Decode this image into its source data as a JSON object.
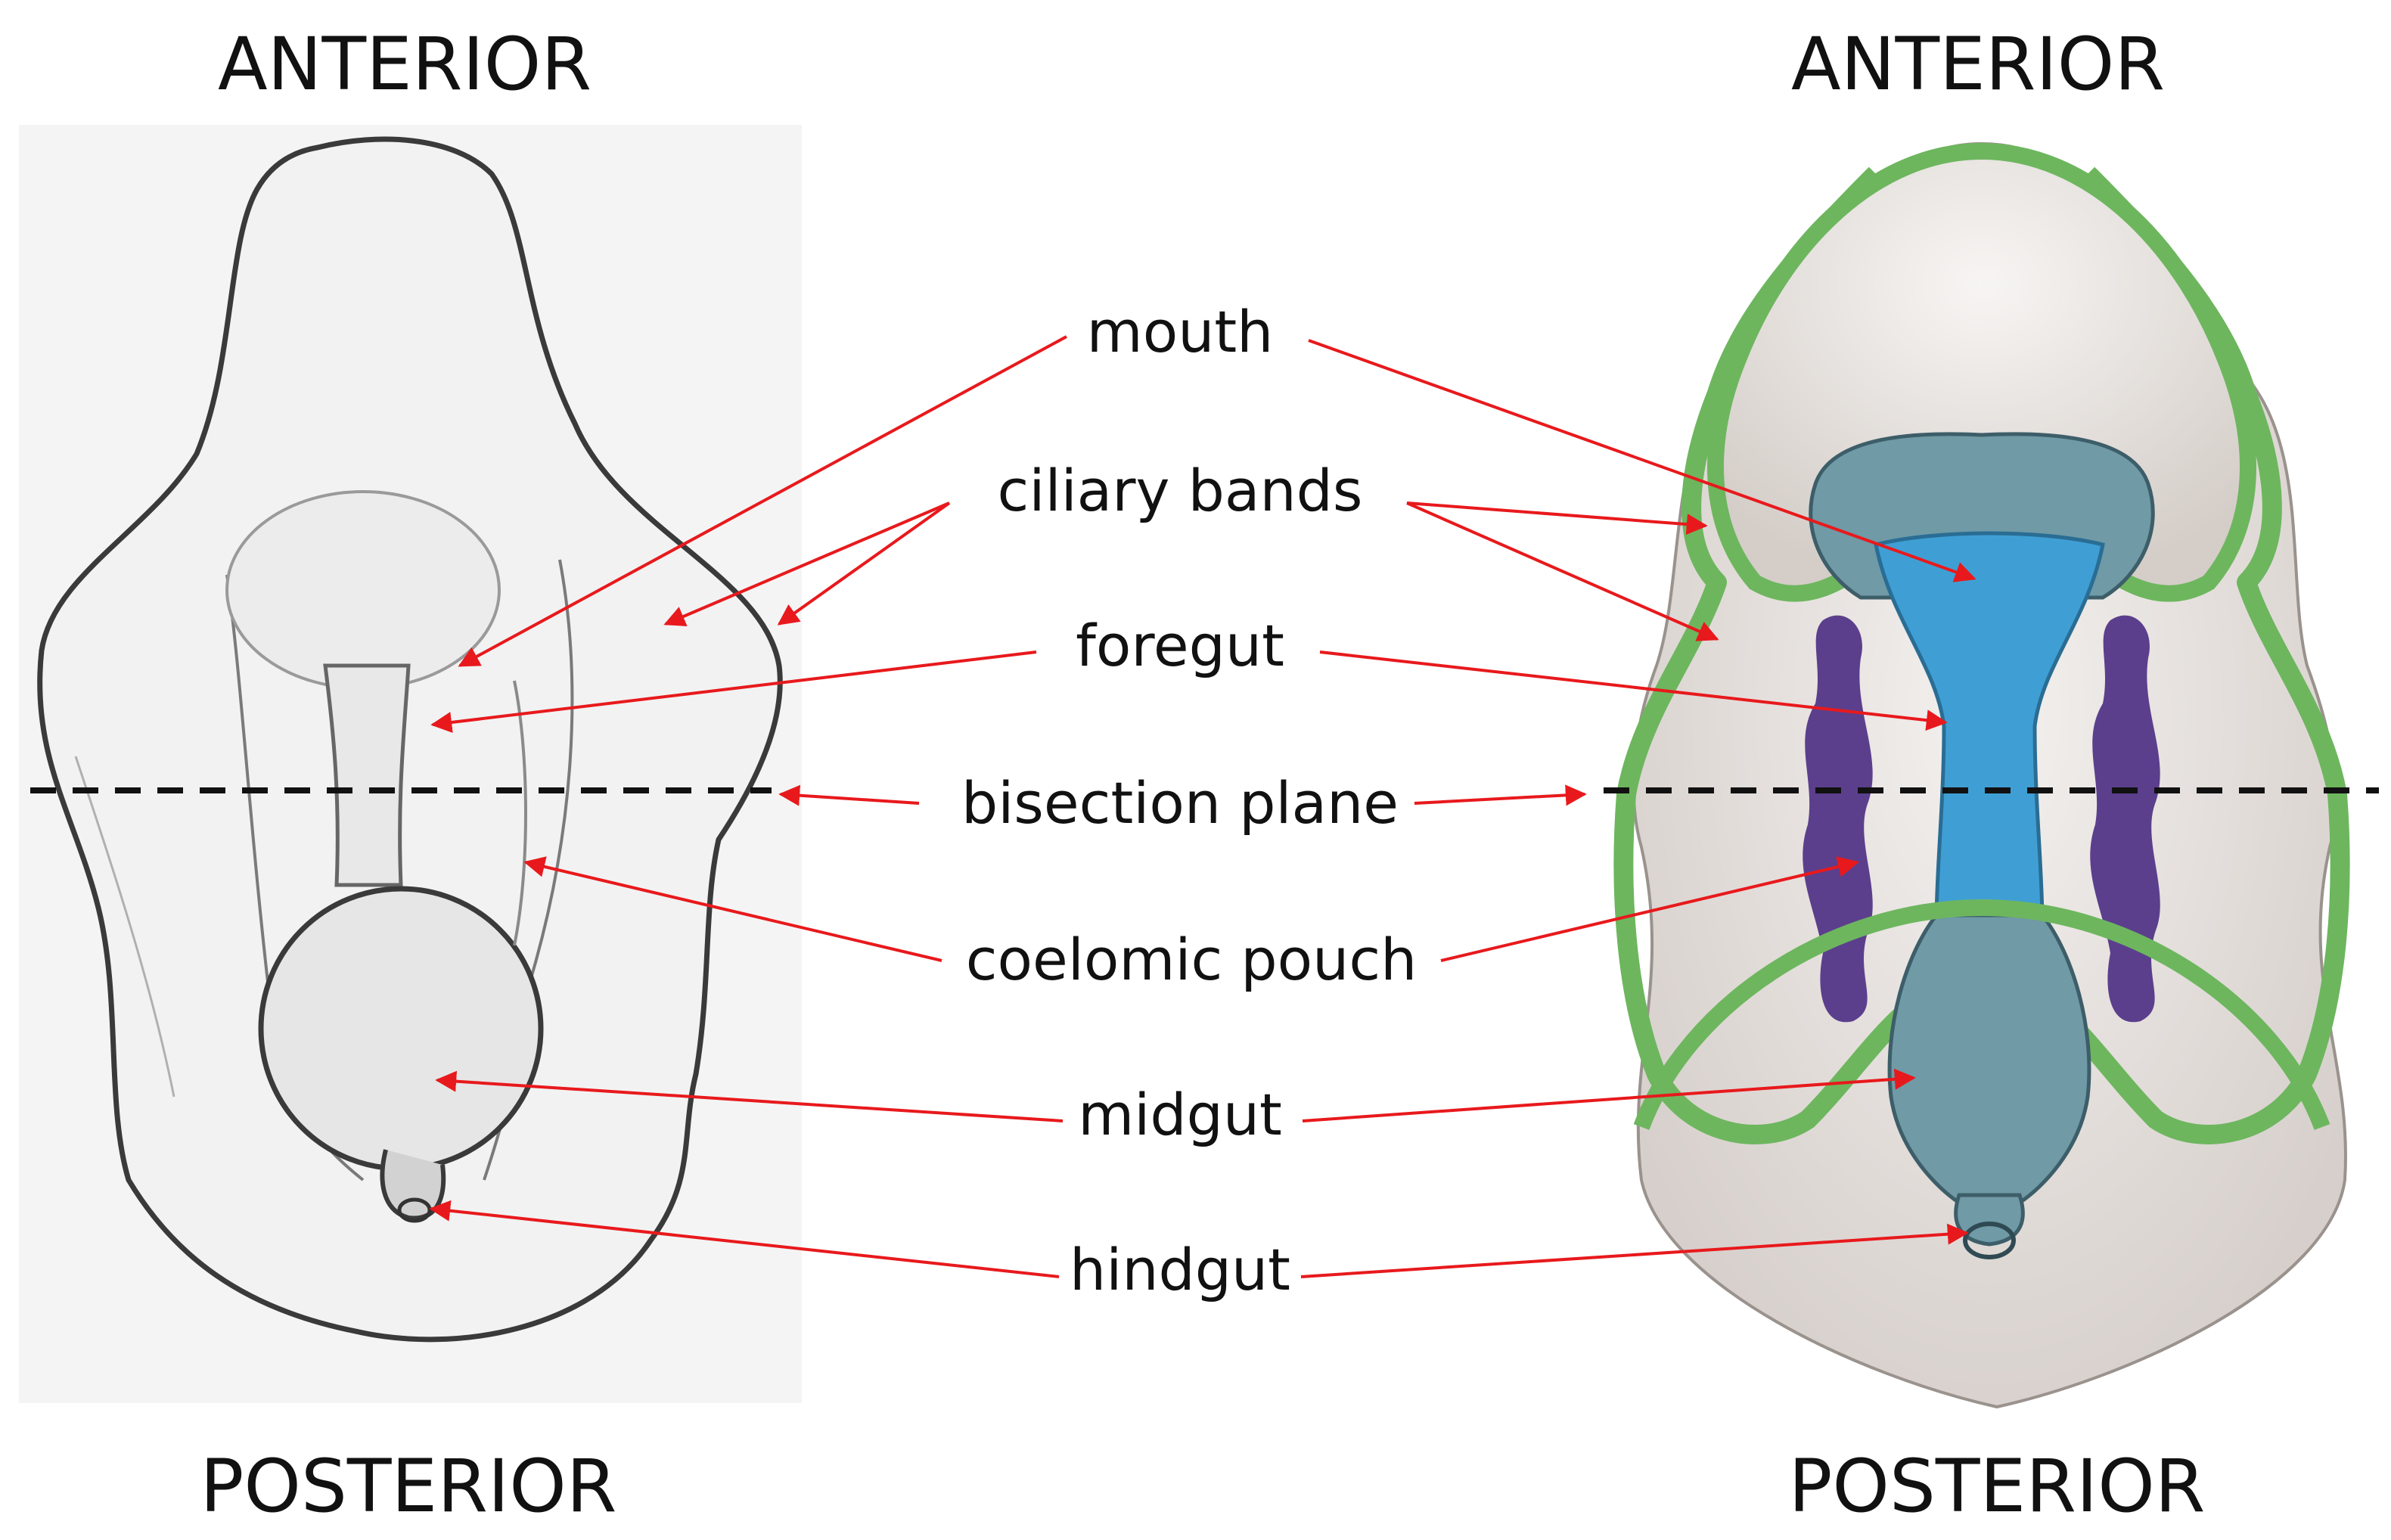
{
  "orientation": {
    "left_top": "ANTERIOR",
    "left_bottom": "POSTERIOR",
    "right_top": "ANTERIOR",
    "right_bottom": "POSTERIOR"
  },
  "labels": {
    "mouth": "mouth",
    "ciliary_bands": "ciliary bands",
    "foregut": "foregut",
    "bisection_plane": "bisection plane",
    "coelomic_pouch": "coelomic pouch",
    "midgut": "midgut",
    "hindgut": "hindgut"
  },
  "colors": {
    "arrow": "#e8191c",
    "ciliary_band": "#6db65e",
    "foregut": "#3f9fd4",
    "midgut": "#6f9aa6",
    "coelom": "#5b3f8c",
    "body": "#d9d3cf"
  }
}
